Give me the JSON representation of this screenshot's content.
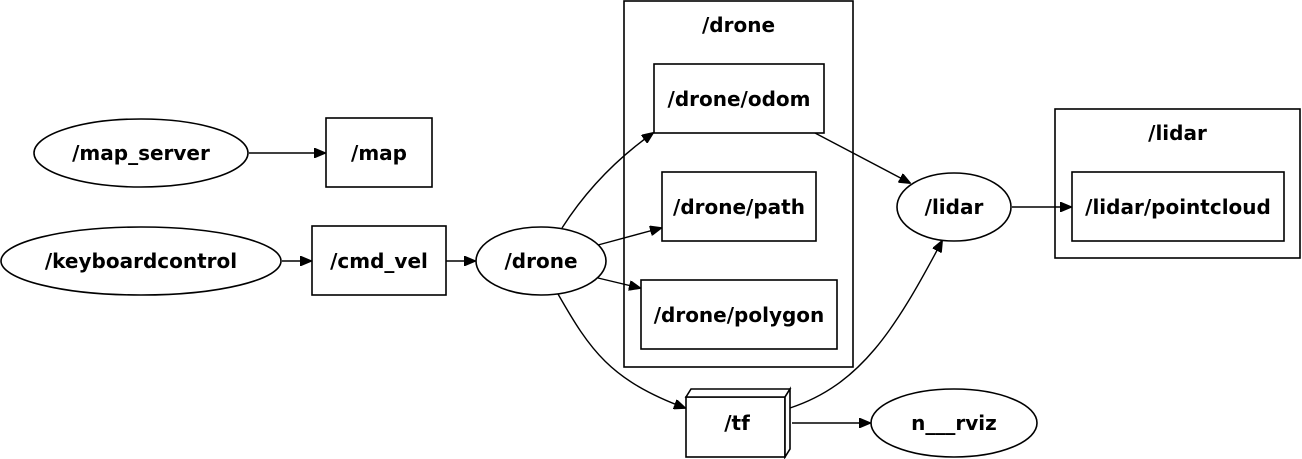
{
  "clusters": {
    "drone": "/drone",
    "lidar": "/lidar"
  },
  "nodes": {
    "map_server": "/map_server",
    "map": "/map",
    "keyboardcontrol": "/keyboardcontrol",
    "cmd_vel": "/cmd_vel",
    "drone": "/drone",
    "drone_odom": "/drone/odom",
    "drone_path": "/drone/path",
    "drone_polygon": "/drone/polygon",
    "lidar": "/lidar",
    "lidar_pointcloud": "/lidar/pointcloud",
    "tf": "/tf",
    "rviz": "n___rviz"
  }
}
